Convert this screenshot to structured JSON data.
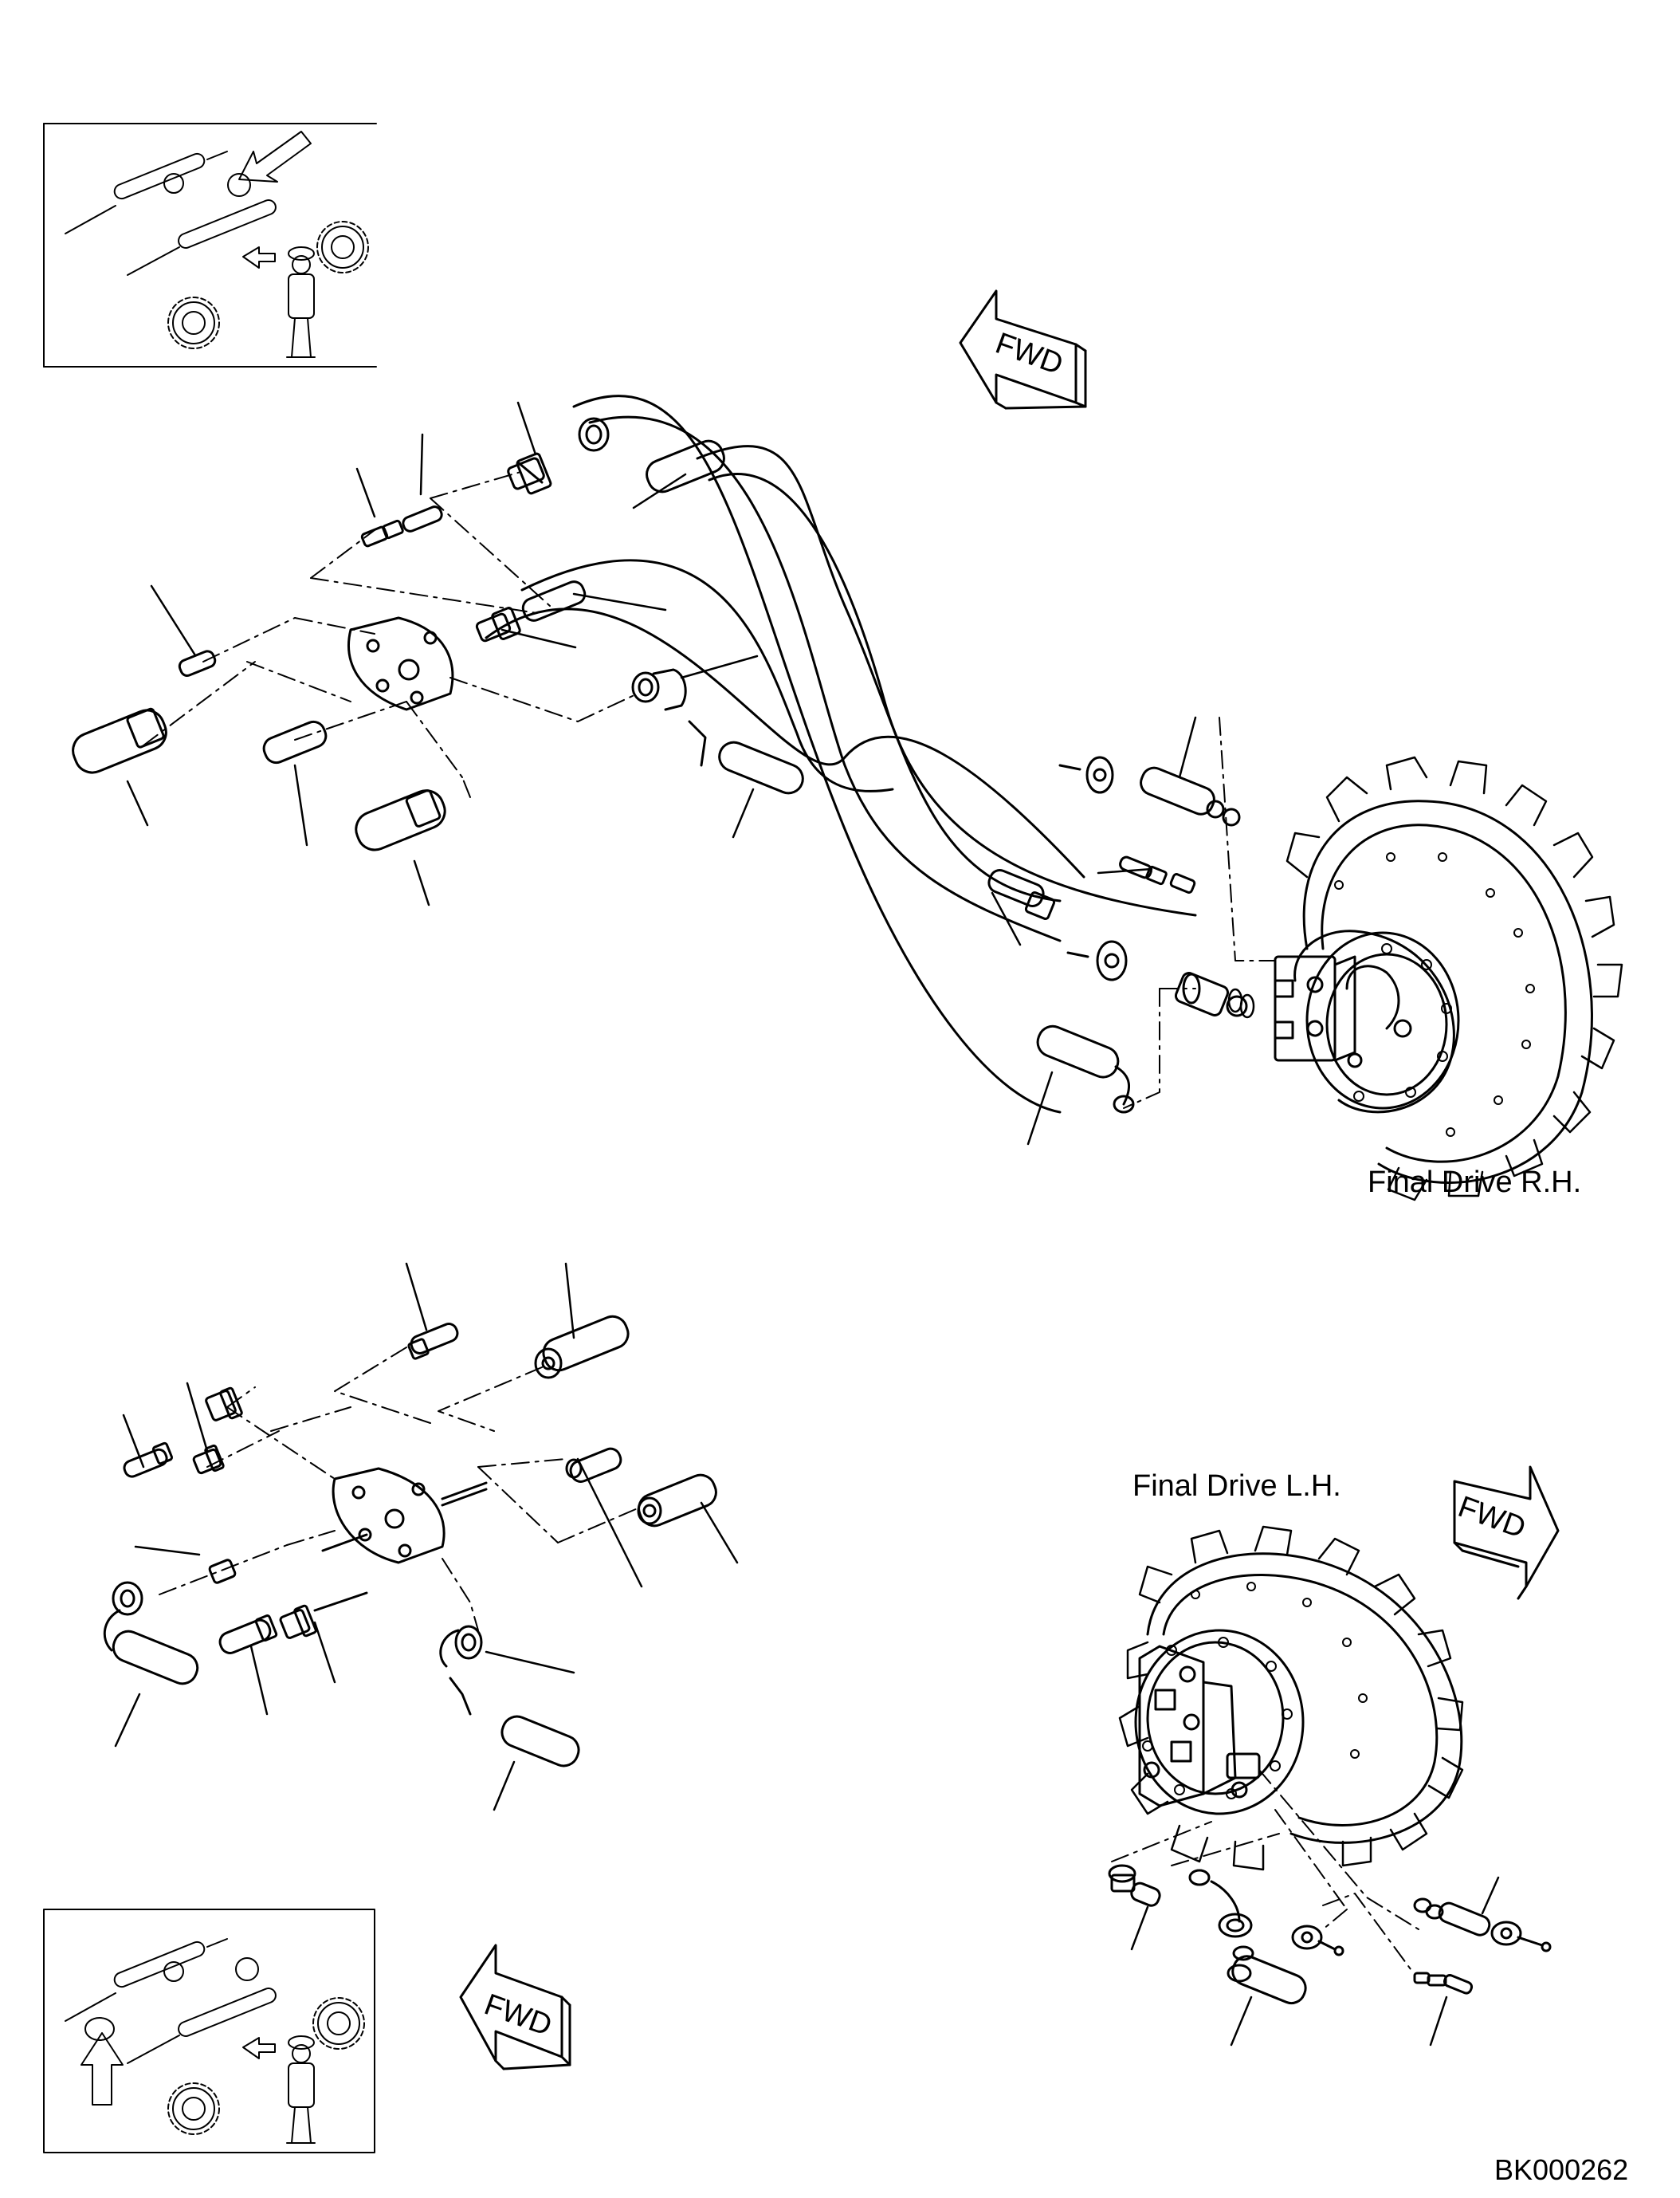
{
  "labels": {
    "final_drive_rh": "Final Drive R.H.",
    "final_drive_lh": "Final Drive L.H.",
    "drawing_code": "BK000262",
    "fwd_text": "FWD"
  },
  "colors": {
    "line": "#000000",
    "background": "#ffffff"
  }
}
